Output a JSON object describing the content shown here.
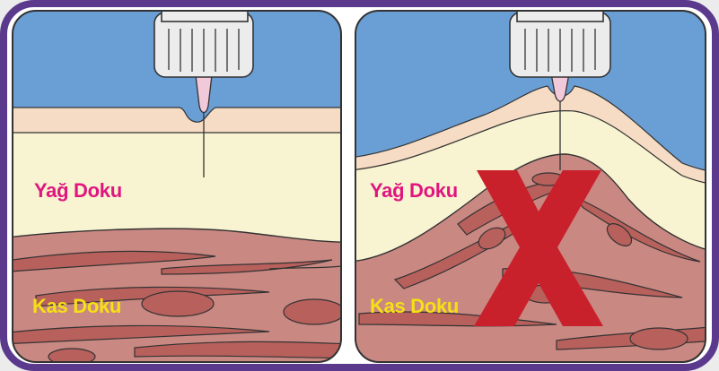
{
  "labels": {
    "fat_tissue": "Yağ Doku",
    "muscle_tissue": "Kas Doku"
  },
  "colors": {
    "frame": "#5b3a8e",
    "sky": "#6a9fd6",
    "skin": "#f6dcc4",
    "fat": "#f8f3d0",
    "muscle": "#c98882",
    "muscle_fiber": "#b8605c",
    "fat_label": "#e0157f",
    "muscle_label": "#f5e015",
    "cross_mark": "#c9212b",
    "syringe": "#ececec",
    "needle_tip": "#f2c9d9"
  },
  "panels": [
    {
      "id": "correct-injection",
      "needle_reaches": "fat-layer",
      "marked_wrong": false
    },
    {
      "id": "incorrect-injection",
      "needle_reaches": "muscle-layer",
      "marked_wrong": true
    }
  ]
}
